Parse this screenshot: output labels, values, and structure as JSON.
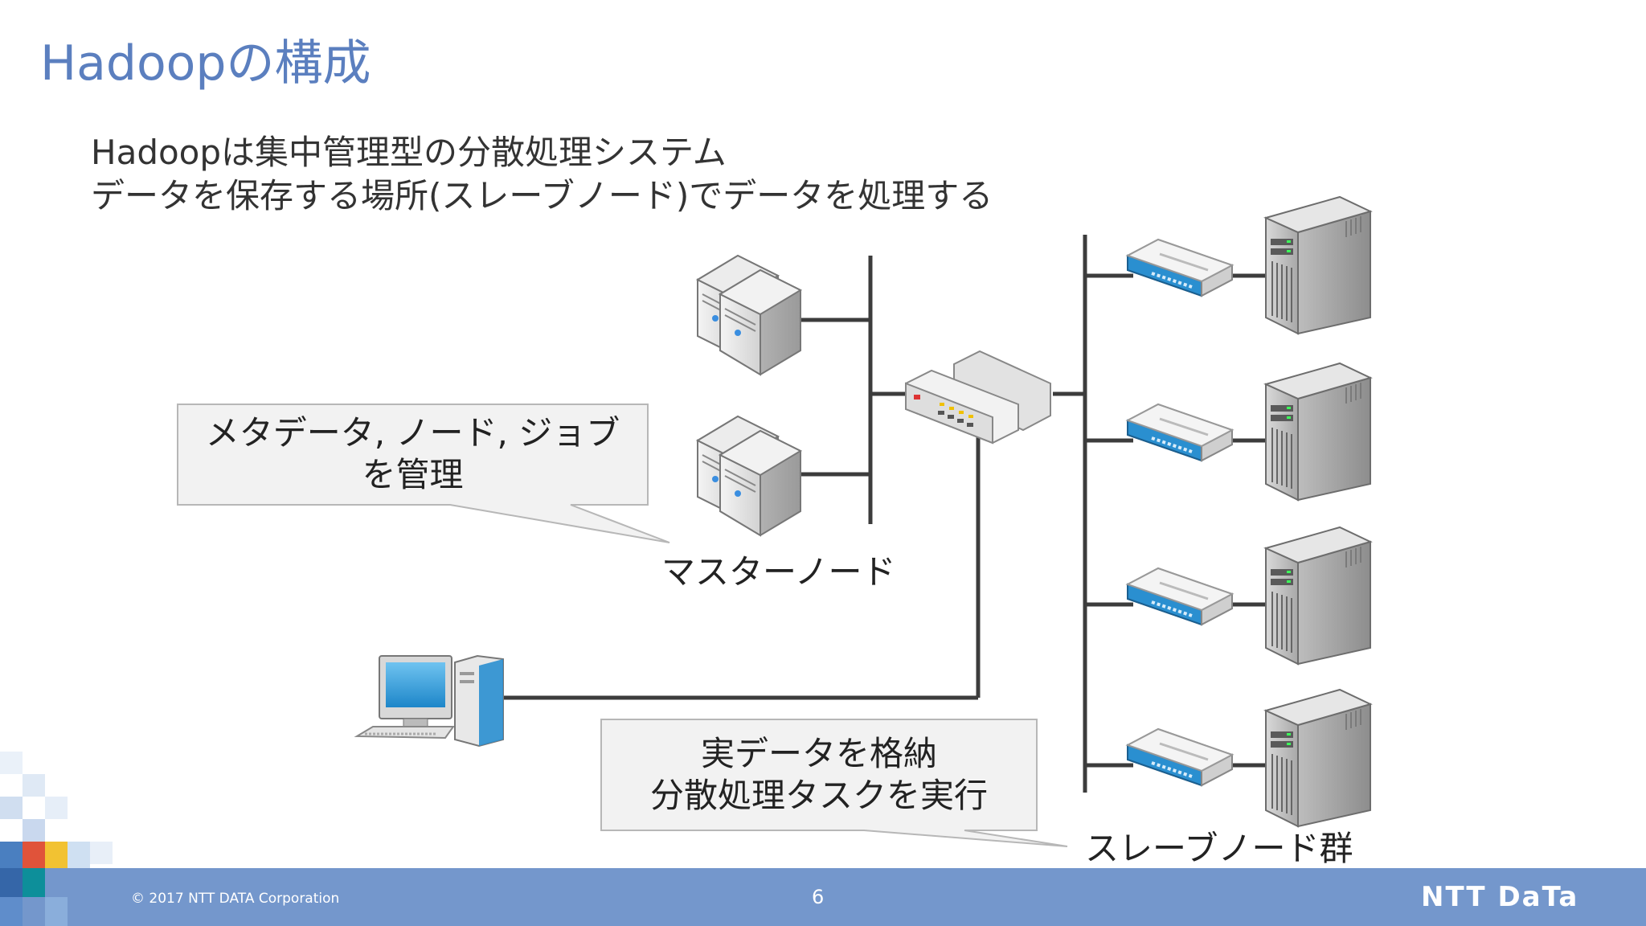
{
  "slide": {
    "title": "Hadoopの構成",
    "subtitle_lines": [
      "Hadoopは集中管理型の分散処理システム",
      "データを保存する場所(スレーブノード)でデータを処理する"
    ]
  },
  "diagram": {
    "master_callout": [
      "メタデータ, ノード, ジョブ",
      "を管理"
    ],
    "master_label": "マスターノード",
    "slave_callout": [
      "実データを格納",
      "分散処理タスクを実行"
    ],
    "slave_label": "スレーブノード群",
    "icons": [
      "server-icon",
      "server-icon",
      "network-hub-icon",
      "desktop-computer-icon",
      "network-switch-icon",
      "network-switch-icon",
      "network-switch-icon",
      "network-switch-icon",
      "tower-server-icon",
      "tower-server-icon",
      "tower-server-icon",
      "tower-server-icon"
    ]
  },
  "footer": {
    "copyright": "© 2017 NTT DATA Corporation",
    "page_number": "6",
    "logo_text": "NTT DaTa"
  },
  "colors": {
    "title": "#5b7fbf",
    "footer": "#7497cc",
    "switch_accent": "#2a8fd0"
  }
}
